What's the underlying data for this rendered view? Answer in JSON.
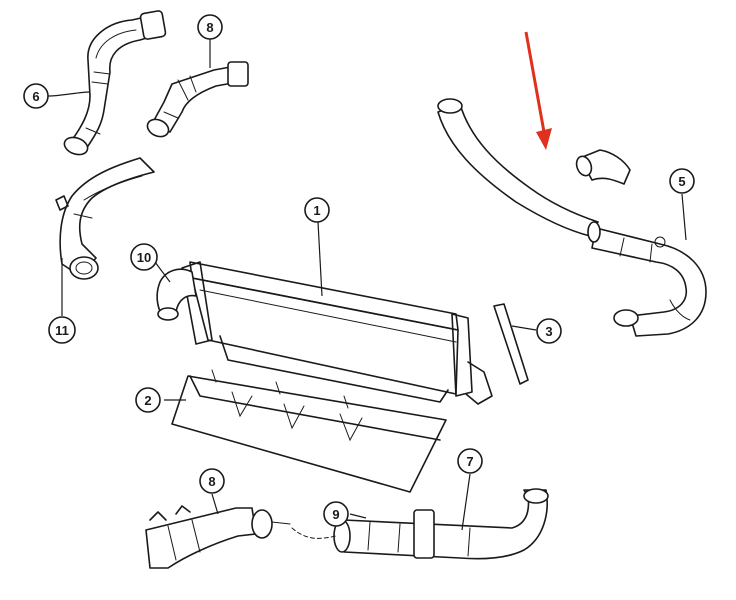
{
  "callouts": {
    "c1": "1",
    "c2": "2",
    "c3": "3",
    "c5": "5",
    "c6": "6",
    "c7": "7",
    "c8a": "8",
    "c8b": "8",
    "c9": "9",
    "c10": "10",
    "c11": "11"
  },
  "colors": {
    "highlight": "#f5ee1a",
    "arrow": "#e0301e",
    "line": "#1a1a1a"
  }
}
